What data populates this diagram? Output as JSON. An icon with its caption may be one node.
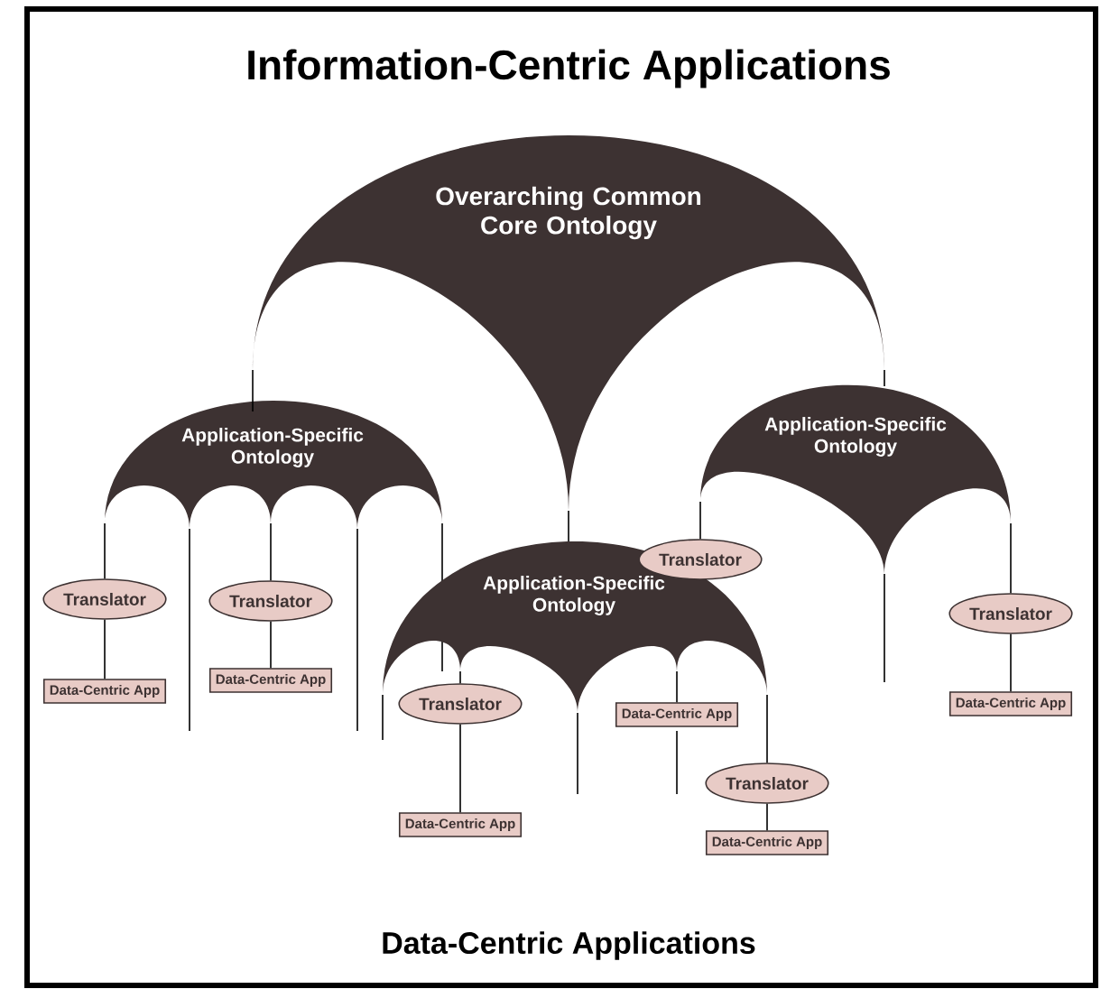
{
  "diagram": {
    "title": "Information-Centric Applications",
    "nodes": [
      {
        "text": [
          "Overarching Common Core Ontology"
        ]
      },
      {
        "text": [
          "Application-Specific Ontology"
        ]
      },
      {
        "text": [
          "Application-Specific Ontology"
        ]
      },
      {
        "text": [
          "Application-Specific Ontology"
        ]
      },
      {
        "text": [
          "Translator"
        ]
      },
      {
        "text": [
          "Translator"
        ]
      },
      {
        "text": [
          "Translator"
        ]
      },
      {
        "text": [
          "Translator"
        ]
      },
      {
        "text": [
          "Data-Centric App"
        ]
      },
      {
        "text": [
          "Data-Centric App"
        ]
      },
      {
        "text": [
          "Translator"
        ]
      },
      {
        "text": [
          "Data-Centric App"
        ]
      },
      {
        "text": [
          "Data-Centric App"
        ]
      },
      {
        "text": [
          "Translator"
        ]
      },
      {
        "text": [
          "Data-Centric App"
        ]
      },
      {
        "text": [
          "Data-Centric App"
        ]
      }
    ],
    "edges": [
      {
        "from": 0,
        "to": 1,
        "arrow": "none"
      },
      {
        "from": 0,
        "to": 3,
        "arrow": "none"
      },
      {
        "from": 0,
        "to": 2,
        "arrow": "none"
      },
      {
        "from": 1,
        "to": 5,
        "arrow": "none"
      },
      {
        "from": 5,
        "to": 8,
        "arrow": "none"
      },
      {
        "from": 1,
        "to": 6,
        "arrow": "none"
      },
      {
        "from": 6,
        "to": 9,
        "arrow": "none"
      },
      {
        "from": 2,
        "to": 4,
        "arrow": "none"
      },
      {
        "from": 2,
        "to": 7,
        "arrow": "none"
      },
      {
        "from": 7,
        "to": 11,
        "arrow": "none"
      },
      {
        "from": 3,
        "to": 10,
        "arrow": "none"
      },
      {
        "from": 10,
        "to": 14,
        "arrow": "none"
      },
      {
        "from": 3,
        "to": 12,
        "arrow": "none"
      },
      {
        "from": 3,
        "to": 13,
        "arrow": "none"
      },
      {
        "from": 13,
        "to": 15,
        "arrow": "none"
      }
    ],
    "labels": [
      "Data-Centric Applications"
    ]
  }
}
